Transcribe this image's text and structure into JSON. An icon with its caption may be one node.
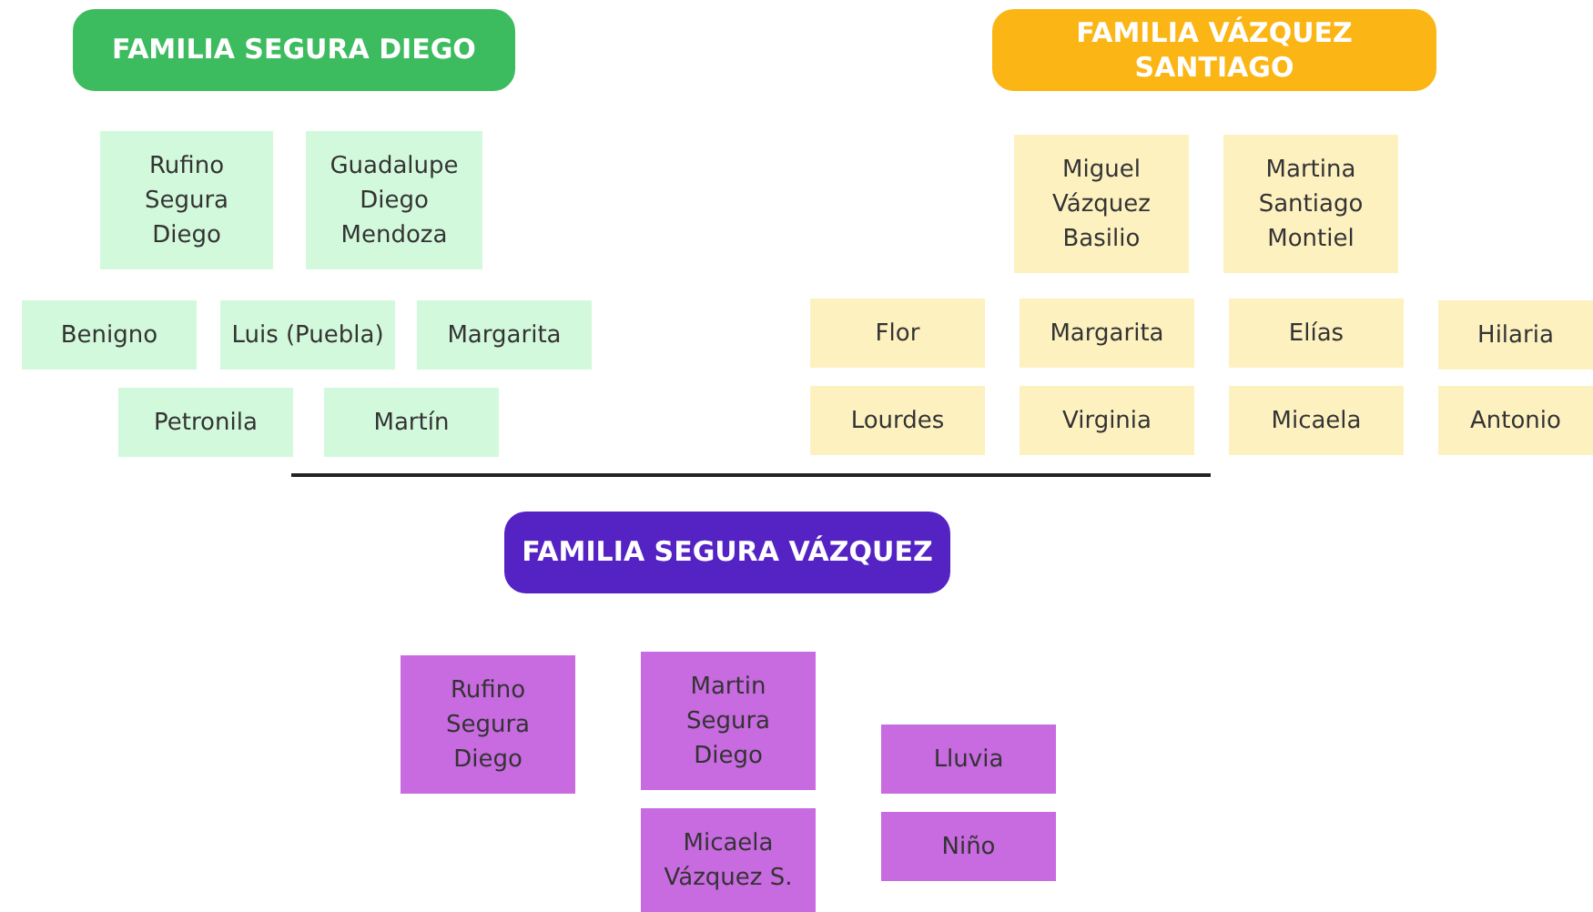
{
  "diagram": {
    "nodes": [
      {
        "text": [
          "FAMILIA SEGURA DIEGO"
        ]
      },
      {
        "text": [
          "Rufino Segura Diego"
        ]
      },
      {
        "text": [
          "Guadalupe Diego Mendoza"
        ]
      },
      {
        "text": [
          "Benigno"
        ]
      },
      {
        "text": [
          "Luis (Puebla)"
        ]
      },
      {
        "text": [
          "Margarita"
        ]
      },
      {
        "text": [
          "Petronila"
        ]
      },
      {
        "text": [
          "Martín"
        ]
      },
      {
        "text": [
          "FAMILIA VÁZQUEZ SANTIAGO"
        ]
      },
      {
        "text": [
          "Miguel Vázquez Basilio"
        ]
      },
      {
        "text": [
          "Martina Santiago Montiel"
        ]
      },
      {
        "text": [
          "Flor"
        ]
      },
      {
        "text": [
          "Margarita"
        ]
      },
      {
        "text": [
          "Elías"
        ]
      },
      {
        "text": [
          "Hilaria"
        ]
      },
      {
        "text": [
          "Lourdes"
        ]
      },
      {
        "text": [
          "Virginia"
        ]
      },
      {
        "text": [
          "Micaela"
        ]
      },
      {
        "text": [
          "Antonio"
        ]
      },
      {
        "text": [
          "FAMILIA SEGURA VÁZQUEZ"
        ]
      },
      {
        "text": [
          "Rufino Segura Diego"
        ]
      },
      {
        "text": [
          "Martin Segura Diego"
        ]
      },
      {
        "text": [
          "Lluvia"
        ]
      },
      {
        "text": [
          "Micaela Vázquez S."
        ]
      },
      {
        "text": [
          "Niño"
        ]
      }
    ],
    "edges": []
  }
}
